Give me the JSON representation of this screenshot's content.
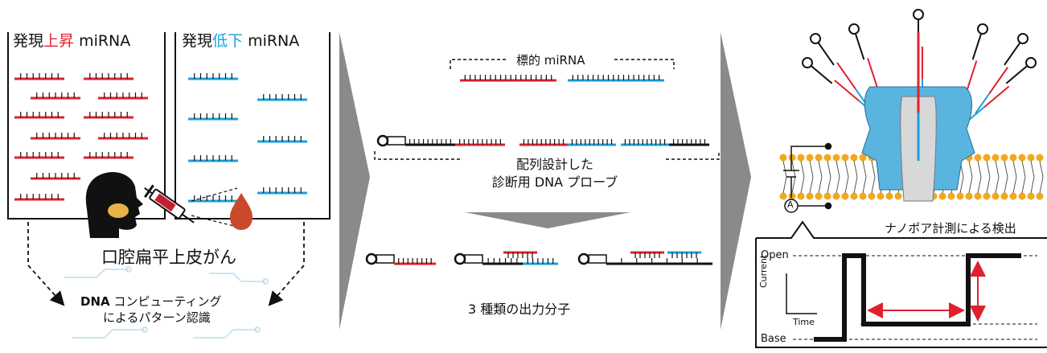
{
  "left_panel": {
    "title_up_prefix": "発現",
    "title_up_highlight": "上昇",
    "title_up_suffix": " miRNA",
    "title_down_prefix": "発現",
    "title_down_highlight": "低下",
    "title_down_suffix": " miRNA",
    "disease": "口腔扁平上皮がん",
    "computing_bold": "DNA",
    "computing_rest": " コンピューティング",
    "computing_line2": "によるパターン認識"
  },
  "middle_panel": {
    "target_label": "標的 miRNA",
    "probe_line1": "配列設計した",
    "probe_line2": "診断用 DNA プローブ",
    "output_label": "3 種類の出力分子"
  },
  "right_panel": {
    "nanopore_label": "ナノポア計測による検出",
    "ammeter_symbol": "A",
    "graph": {
      "open_label": "Open",
      "base_label": "Base",
      "current_label": "Current",
      "time_label": "Time"
    }
  },
  "colors": {
    "up": "#e0202e",
    "down": "#1aa0dc",
    "pore": "#5ab4e0",
    "lipid": "#f2a81d",
    "arrow": "#808080",
    "graph_arrow": "#e0202e"
  }
}
